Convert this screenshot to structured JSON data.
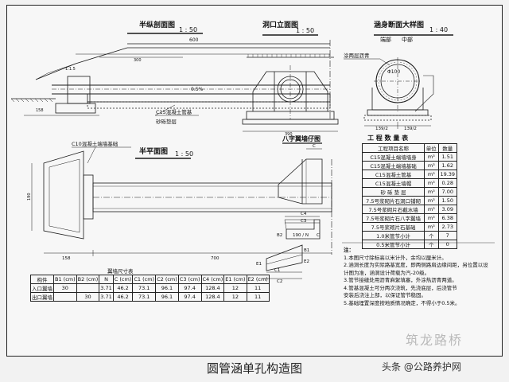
{
  "titles": {
    "half_longitudinal": "半纵剖面图",
    "half_long_scale": "1 : 50",
    "portal_elevation": "洞口立面图",
    "portal_scale": "1 : 50",
    "culvert_section": "涵身断面大样图",
    "culvert_scale": "1 : 40",
    "end_label": "端部",
    "mid_label": "中部",
    "wing_wall": "八字翼墙仔图",
    "half_plan": "半平面图",
    "half_plan_scale": "1 : 50",
    "quantity_table": "工 程 数 量 表",
    "dimension_table": "翼墙尺寸表",
    "notes_title": "注：",
    "main_caption": "圆管涵单孔构造图"
  },
  "labels": {
    "dim_600": "600",
    "dim_300": "300",
    "slope_ratio": "1:1.5",
    "grade": "0.5%",
    "pipe_base": "C15混凝土管基",
    "gravel": "砂砾垫层",
    "c10_foundation": "C10混凝土端墙基础",
    "coating": "涂两层沥青",
    "dim_158": "158",
    "dim_700": "700",
    "dim_190": "190",
    "dim_139_2a": "139/2",
    "dim_139_2b": "139/2",
    "dim_390": "390",
    "wing_190N": "190 / N",
    "sym_C": "C",
    "sym_C1": "C1",
    "sym_C2": "C2",
    "sym_C3": "C3",
    "sym_C4": "C4",
    "sym_B1": "B1",
    "sym_B2": "B2",
    "sym_E1": "E1",
    "sym_E2": "E2",
    "sym_N": "N",
    "pipe_dia": "Φ100"
  },
  "quantity_table": {
    "headers": [
      "工程项目名称",
      "单位",
      "数量"
    ],
    "rows": [
      [
        "C15混凝土端墙墙身",
        "m³",
        "1.51"
      ],
      [
        "C15混凝土端墙基础",
        "m³",
        "1.62"
      ],
      [
        "C15混凝土管基",
        "m³",
        "19.39"
      ],
      [
        "C15混凝土墙帽",
        "m³",
        "0.28"
      ],
      [
        "砂 砾 垫 层",
        "m³",
        "7.00"
      ],
      [
        "7.5号浆砌片石洞口铺砌",
        "m³",
        "1.50"
      ],
      [
        "7.5号浆砌片石截水墙",
        "m³",
        "3.09"
      ],
      [
        "7.5号浆砌片石八字翼墙",
        "m³",
        "6.38"
      ],
      [
        "7.5号浆砌片石基础",
        "m³",
        "2.73"
      ],
      [
        "1.0米管节小计",
        "个",
        "7"
      ],
      [
        "0.5米管节小计",
        "个",
        "0"
      ]
    ]
  },
  "dimension_table": {
    "headers": [
      "构件",
      "B1 (cm)",
      "B2 (cm)",
      "N",
      "C (cm)",
      "C1 (cm)",
      "C2 (cm)",
      "C3 (cm)",
      "C4 (cm)",
      "E1 (cm)",
      "E2 (cm)"
    ],
    "rows": [
      [
        "入口翼墙",
        "30",
        "",
        "3.71",
        "46.2",
        "73.1",
        "96.1",
        "97.4",
        "128.4",
        "12",
        "11"
      ],
      [
        "出口翼墙",
        "",
        "30",
        "3.71",
        "46.2",
        "73.1",
        "96.1",
        "97.4",
        "128.4",
        "12",
        "11"
      ]
    ]
  },
  "notes": [
    "1.本图尺寸除标高以米计外，余均以厘米计。",
    "2.涵洞长度为实际路基宽度，即两侧路肩边缘间距，另位置以设",
    "  计图为准，涵洞设计荷载为汽-20级。",
    "3.管节接缝处用沥青麻絮填塞，外涂热沥青两道。",
    "4.管基混凝土可分两次浇筑，先浇底层，后浇管节",
    "  安装后浇注上部，以保证管节稳固。",
    "5.基础埋置深度按地质情况确定，不得小于0.5米。"
  ],
  "watermarks": {
    "top_right": "筑龙路桥",
    "bottom_right": "头条 @公路养护网"
  },
  "colors": {
    "line": "#1a1a1a",
    "paper": "#f7f7f7",
    "background": "#f2f2f2"
  }
}
